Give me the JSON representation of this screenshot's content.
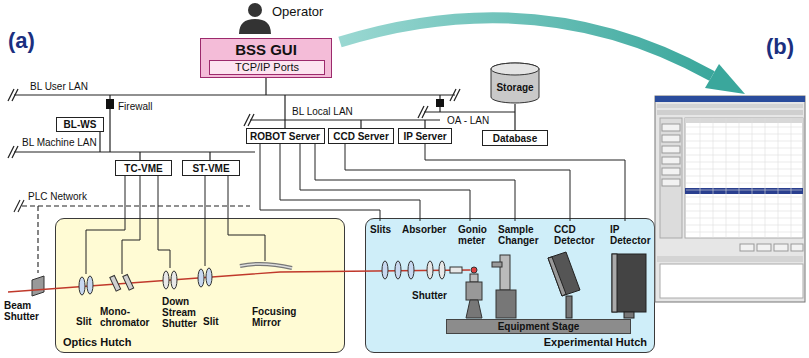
{
  "diagram": {
    "nodes": [
      {
        "text": [
          "BSS GUI"
        ]
      },
      {
        "text": [
          "TCP/IP Ports"
        ],
        "in": 0
      },
      {
        "text": [
          "BL-WS"
        ]
      },
      {
        "text": [
          "TC-VME"
        ]
      },
      {
        "text": [
          "ST-VME"
        ]
      },
      {
        "text": [
          "ROBOT Server"
        ]
      },
      {
        "text": [
          "CCD Server"
        ]
      },
      {
        "text": [
          "IP Server"
        ]
      },
      {
        "text": [
          "Storage"
        ]
      },
      {
        "text": [
          "Database"
        ]
      },
      {
        "text": [
          "Optics Hutch"
        ]
      },
      {
        "text": [
          "Experimental Hutch"
        ]
      },
      {
        "text": [
          "Equipment Stage"
        ],
        "in": 11
      }
    ],
    "edges": [
      {
        "from": 8,
        "to": 9,
        "arrow": "none"
      }
    ],
    "labels": [
      "(a)",
      "Operator",
      "(b)",
      "BL User LAN",
      "Firewall",
      "BL Machine LAN",
      "BL Local LAN",
      "OA - LAN",
      "PLC Network",
      "Beam Shutter",
      "Slit",
      "Mono- chromator",
      "Down Stream Shutter",
      "Slit",
      "Focusing Mirror",
      "Slits",
      "Absorber",
      "Gonio meter",
      "Sample Changer",
      "CCD Detector",
      "IP Detector",
      "Shutter"
    ]
  }
}
